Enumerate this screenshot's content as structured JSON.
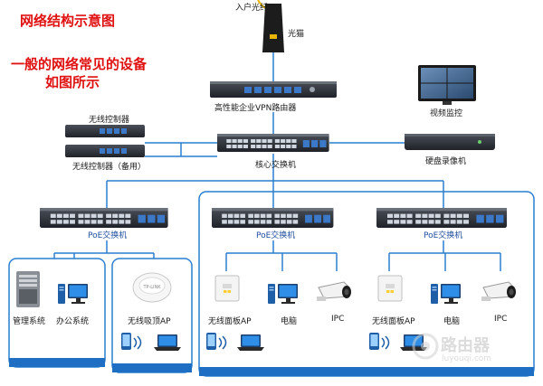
{
  "title": "网络结构示意图",
  "subtitle_line1": "一般的网络常见的设备",
  "subtitle_line2": "如图所示",
  "nodes": {
    "fiber": "入户光纤",
    "modem": "光猫",
    "router": "高性能企业VPN路由器",
    "wireless_controller": "无线控制器",
    "wireless_controller_backup": "无线控制器（备用）",
    "core_switch": "核心交换机",
    "video_monitor": "视频监控",
    "nvr": "硬盘录像机",
    "poe_switch_1": "PoE交换机",
    "poe_switch_2": "PoE交换机",
    "poe_switch_3": "PoE交换机",
    "mgmt_system": "管理系统",
    "office_system": "办公系统",
    "ceiling_ap": "无线吸顶AP",
    "panel_ap_1": "无线面板AP",
    "pc_1": "电脑",
    "ipc_1": "IPC",
    "panel_ap_2": "无线面板AP",
    "pc_2": "电脑",
    "ipc_2": "IPC"
  },
  "watermark": {
    "name": "路由器",
    "url": "luyouqi.com"
  },
  "colors": {
    "link": "#2a7fd0",
    "title_red": "#e01010",
    "device_dark": "#2b2f36",
    "port_blue": "#3b78c8"
  }
}
